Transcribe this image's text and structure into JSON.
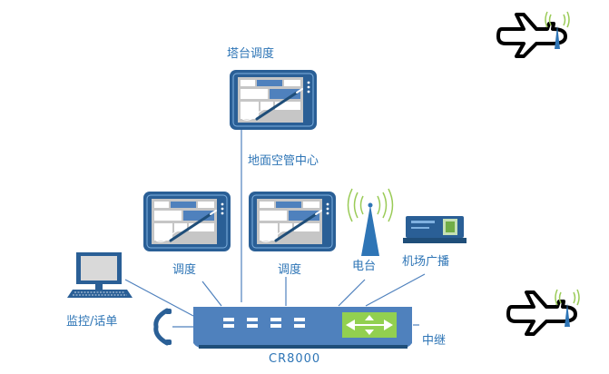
{
  "labels": {
    "tower": "塔台调度",
    "ground_center": "地面空管中心",
    "dispatch_left": "调度",
    "dispatch_right": "调度",
    "radio_station": "电台",
    "airport_broadcast": "机场广播",
    "monitor_phone": "监控/话单",
    "relay": "中继",
    "device_name": "CR8000"
  },
  "colors": {
    "accent_blue": "#2e75b6",
    "line_blue": "#4f81bd",
    "tablet_dark": "#2a5f96",
    "screen_gray": "#c6c6c6",
    "relay_green": "#92d050",
    "wave_green": "#9acb57"
  },
  "icons": [
    "tablet-icon",
    "computer-icon",
    "phone-handset-icon",
    "antenna-tower-icon",
    "broadcast-device-icon",
    "airplane-icon",
    "relay-module-icon"
  ]
}
